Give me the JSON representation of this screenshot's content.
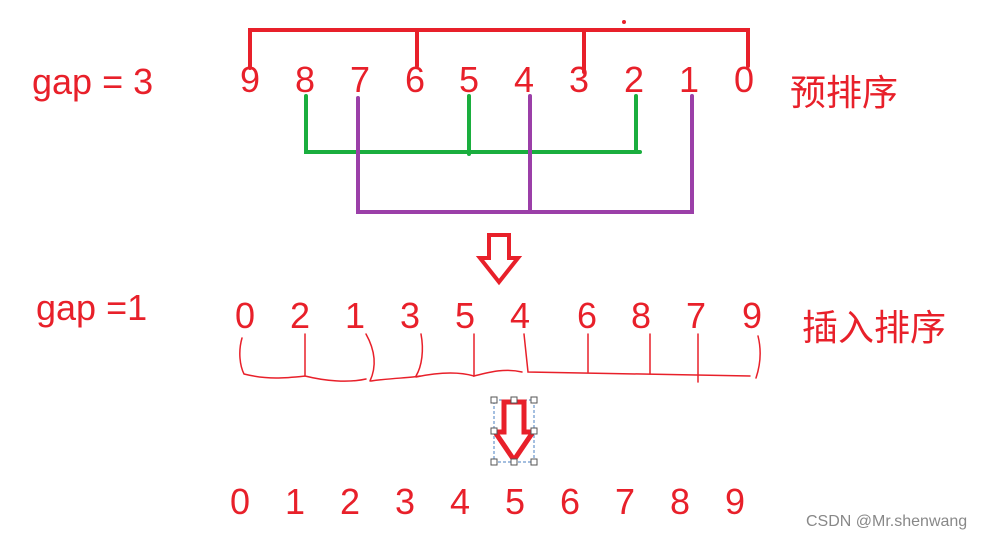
{
  "colors": {
    "red": "#e8202a",
    "green": "#1aae3e",
    "purple": "#9b3fa8",
    "watermark": "#888888"
  },
  "pass1": {
    "label": "gap = 3",
    "digits": [
      "9",
      "8",
      "7",
      "6",
      "5",
      "4",
      "3",
      "2",
      "1",
      "0"
    ],
    "title": "预排序"
  },
  "pass2": {
    "label": "gap =1",
    "digits": [
      "0",
      "2",
      "1",
      "3",
      "5",
      "4",
      "6",
      "8",
      "7",
      "9"
    ],
    "title": "插入排序"
  },
  "result": {
    "digits": [
      "0",
      "1",
      "2",
      "3",
      "4",
      "5",
      "6",
      "7",
      "8",
      "9"
    ]
  },
  "watermark": "CSDN @Mr.shenwang"
}
